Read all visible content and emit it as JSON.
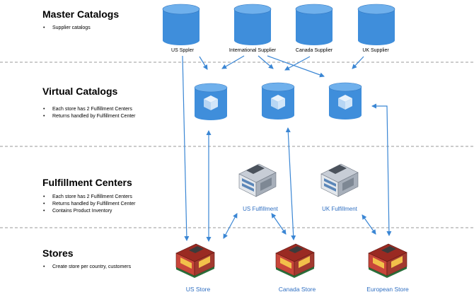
{
  "sections": [
    {
      "title": "Master Catalogs",
      "bullets": [
        "Supplier catalogs"
      ]
    },
    {
      "title": "Virtual Catalogs",
      "bullets": [
        "Each store has 2 Fulfillment Centers",
        "Returns handled by Fulfillment Center"
      ]
    },
    {
      "title": "Fulfillment Centers",
      "bullets": [
        "Each store has 2 Fulfillment Centers",
        "Returns handled by Fulfillment Center",
        "Contains Product Inventory"
      ]
    },
    {
      "title": "Stores",
      "bullets": [
        "Create store per country, customers"
      ]
    }
  ],
  "suppliers": [
    "US Sppler",
    "International Supplier",
    "Canada Supplier",
    "UK Supplier"
  ],
  "virtual_catalogs": [
    "",
    "",
    ""
  ],
  "fulfillment_centers": [
    "US Fulfillment",
    "UK Fulfillment"
  ],
  "stores": [
    "US Store",
    "Canada Store",
    "European Store"
  ],
  "colors": {
    "database": "#3f8edb",
    "database_top": "#6fb0ec",
    "arrow": "#3a86d4",
    "divider": "#9a9a9a",
    "label_blue": "#2f6fc2"
  }
}
